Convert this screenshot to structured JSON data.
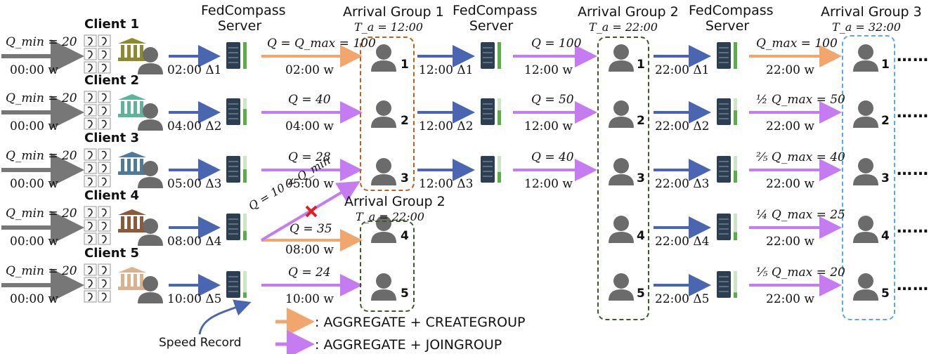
{
  "headers": {
    "server": [
      "FedCompass",
      "Server"
    ],
    "ag1": "Arrival Group 1",
    "ag1_time": "T_a = 12:00",
    "ag2": "Arrival Group 2",
    "ag2_time": "T_a = 22:00",
    "ag2b": "Arrival Group 2",
    "ag2b_time": "T_a = 22:00",
    "ag3": "Arrival Group 3",
    "ag3_time": "T_a = 32:00"
  },
  "clients": [
    {
      "label": "Client 1",
      "qmin": "Q_min = 20",
      "start": "00:00  w",
      "s1": "02:00  Δ1",
      "u1_top": "Q = Q_max = 100",
      "u1_bot": "02:00  w",
      "s2": "12:00  Δ1",
      "u2_top": "Q = 100",
      "u2_bot": "12:00  w",
      "s3": "22:00  Δ1",
      "u3_top": "Q_max = 100",
      "u3_bot": "22:00  w",
      "group": "1",
      "group2": "1",
      "group3": "1",
      "group1_label": "1"
    },
    {
      "label": "Client 2",
      "qmin": "Q_min = 20",
      "start": "00:00  w",
      "s1": "04:00  Δ2",
      "u1_top": "Q = 40",
      "u1_bot": "04:00  w",
      "s2": "12:00  Δ2",
      "u2_top": "Q = 50",
      "u2_bot": "12:00  w",
      "s3": "22:00  Δ2",
      "u3_top": "½ Q_max = 50",
      "u3_bot": "22:00  w",
      "group1_label": "2",
      "group2": "2",
      "group3": "2"
    },
    {
      "label": "Client 3",
      "qmin": "Q_min = 20",
      "start": "00:00  w",
      "s1": "05:00  Δ3",
      "u1_top": "Q = 28",
      "u1_bot": "05:00  w",
      "s2": "12:00  Δ3",
      "u2_top": "Q = 40",
      "u2_bot": "12:00  w",
      "s3": "22:00  Δ3",
      "u3_top": "⅖ Q_max = 40",
      "u3_bot": "22:00  w",
      "group1_label": "3",
      "group2": "3",
      "group3": "3"
    },
    {
      "label": "Client 4",
      "qmin": "Q_min = 20",
      "start": "00:00  w",
      "s1": "08:00  Δ4",
      "u1_top": "Q = 35",
      "u1_bot": "08:00  w",
      "rejected": "Q = 10 < Q_min",
      "s3": "22:00  Δ4",
      "u3_top": "¼ Q_max = 25",
      "u3_bot": "22:00  w",
      "group1_label": "4",
      "group2": "4",
      "group3": "4"
    },
    {
      "label": "Client 5",
      "qmin": "Q_min = 20",
      "start": "00:00  w",
      "s1": "10:00  Δ5",
      "u1_top": "Q = 24",
      "u1_bot": "10:00  w",
      "s3": "22:00  Δ5",
      "u3_top": "⅕ Q_max = 20",
      "u3_bot": "22:00  w",
      "group1_label": "5",
      "group2": "5",
      "group3": "5"
    }
  ],
  "dots": "……",
  "legend": {
    "orange": ": AGGREGATE + CREATEGROUP",
    "purple": ": AGGREGATE + JOINGROUP",
    "speed": "Speed Record"
  },
  "colors": {
    "blue_arrow": "#4a66b0",
    "orange_arrow": "#f0a66c",
    "purple_arrow": "#c57cf0",
    "gray_arrow": "#777777",
    "group1_border": "#b8621b",
    "group2_border": "#3b5a24",
    "group3_border": "#5aa9e6",
    "speed_green": "#5cad4a",
    "person": "#6b6b6b",
    "server": "#2c3e50"
  }
}
